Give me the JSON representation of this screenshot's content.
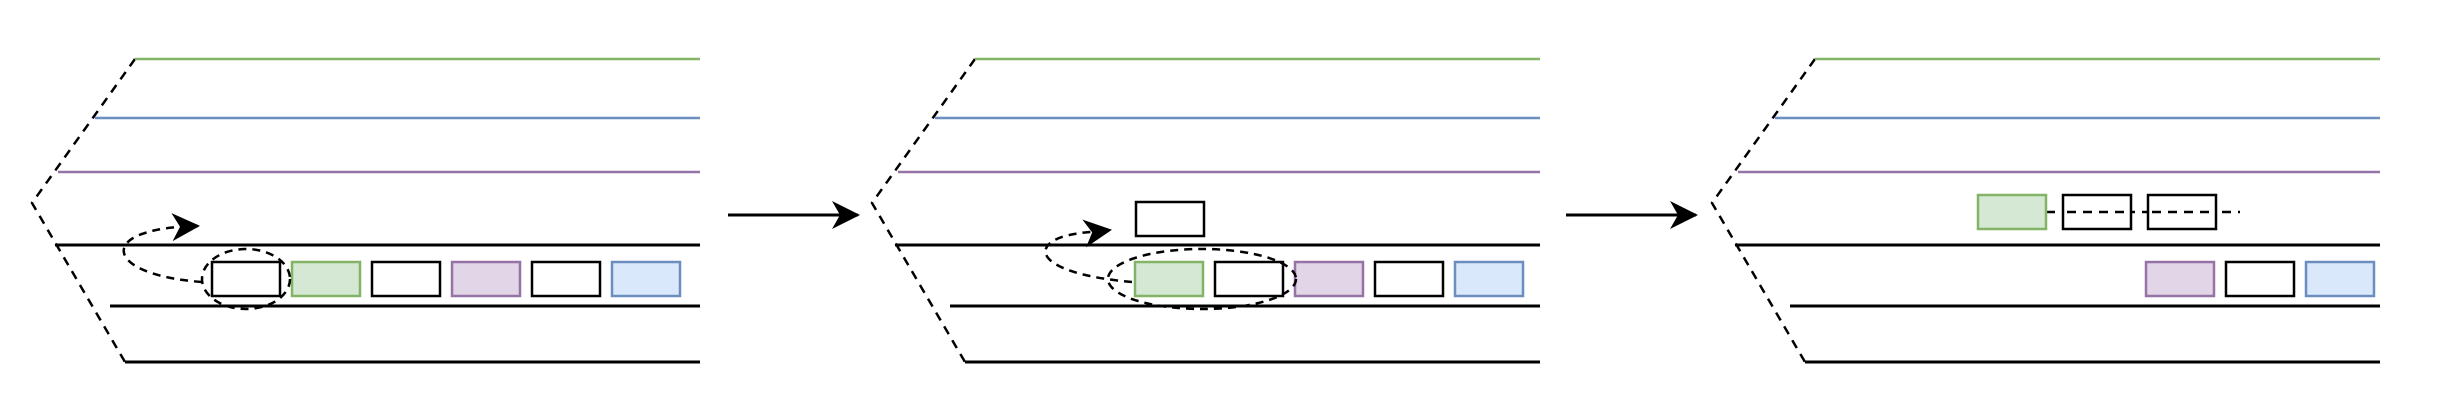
{
  "colors": {
    "black": "#000000",
    "green_line": "#82b366",
    "blue_line": "#6c8ebf",
    "purple_line": "#9673a6",
    "green_fill": "#d5e8d4",
    "purple_fill": "#e1d5e7",
    "blue_fill": "#dae8fc",
    "white_fill": "#ffffff"
  },
  "panels": [
    {
      "id": "panel-1",
      "lane_colors": [
        "green",
        "blue",
        "purple",
        "black",
        "black",
        "black"
      ],
      "lower_queue": [
        "white",
        "green",
        "white",
        "purple",
        "white",
        "blue"
      ],
      "upper_queue": [],
      "selection": "first-block",
      "shows_move_arrow": true
    },
    {
      "id": "panel-2",
      "lane_colors": [
        "green",
        "blue",
        "purple",
        "black",
        "black",
        "black"
      ],
      "lower_queue": [
        "green",
        "white",
        "purple",
        "white",
        "blue"
      ],
      "upper_queue": [
        "white"
      ],
      "selection": "first-two-blocks",
      "shows_move_arrow": true
    },
    {
      "id": "panel-3",
      "lane_colors": [
        "green",
        "blue",
        "purple",
        "black",
        "black",
        "black"
      ],
      "lower_queue": [
        "purple",
        "white",
        "blue"
      ],
      "upper_queue": [
        "green",
        "white-dashed",
        "white-dashed"
      ],
      "selection": "none",
      "shows_move_arrow": false
    }
  ],
  "transitions": [
    "right-arrow",
    "right-arrow"
  ]
}
